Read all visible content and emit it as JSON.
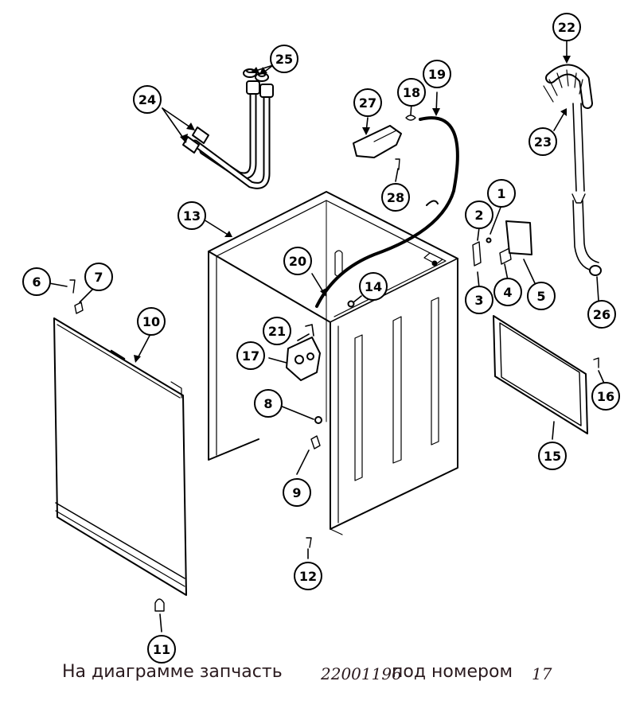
{
  "callouts": [
    "1",
    "2",
    "3",
    "4",
    "5",
    "6",
    "7",
    "8",
    "9",
    "10",
    "11",
    "12",
    "13",
    "14",
    "15",
    "16",
    "17",
    "18",
    "19",
    "20",
    "21",
    "22",
    "23",
    "24",
    "25",
    "26",
    "27",
    "28"
  ],
  "caption": {
    "prefix": "На диаграмме запчасть",
    "part_number": "22001196",
    "middle": "под номером",
    "item_number": "17"
  }
}
